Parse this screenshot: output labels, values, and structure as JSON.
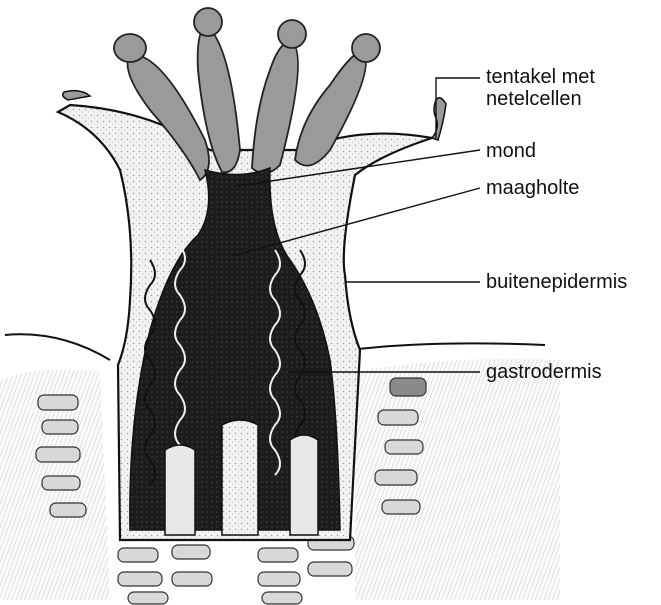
{
  "diagram": {
    "labels": {
      "tentacle": [
        "tentakel met",
        "netelcellen"
      ],
      "mouth": "mond",
      "stomach": "maagholte",
      "outer_epidermis": "buitenepidermis",
      "gastrodermis": "gastrodermis"
    },
    "colors": {
      "ink": "#111111",
      "body_fill": "#ececec",
      "gut_fill": "#1c1c1c",
      "tentacle_fill": "#9a9a9a",
      "rock_fill": "#d8d8d8"
    }
  }
}
